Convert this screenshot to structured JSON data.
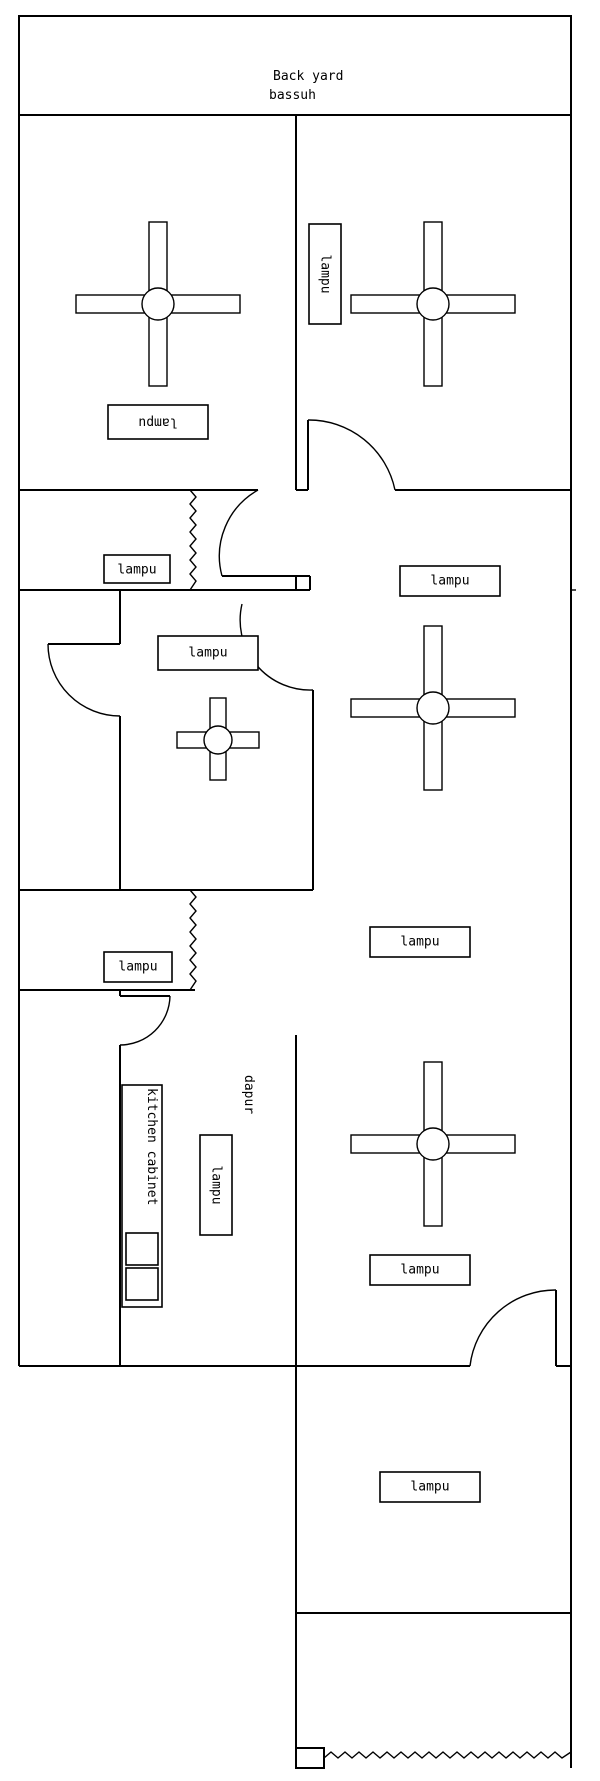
{
  "labels": {
    "back_yard": "Back yard",
    "bassuh": "bassuh",
    "lamp": "lampu",
    "dapur": "dapur",
    "kitchen_cabinet": "kitchen cabinet"
  },
  "icons": [
    "ceiling-fan-icon",
    "door-swing-icon",
    "sliding-door-icon"
  ]
}
